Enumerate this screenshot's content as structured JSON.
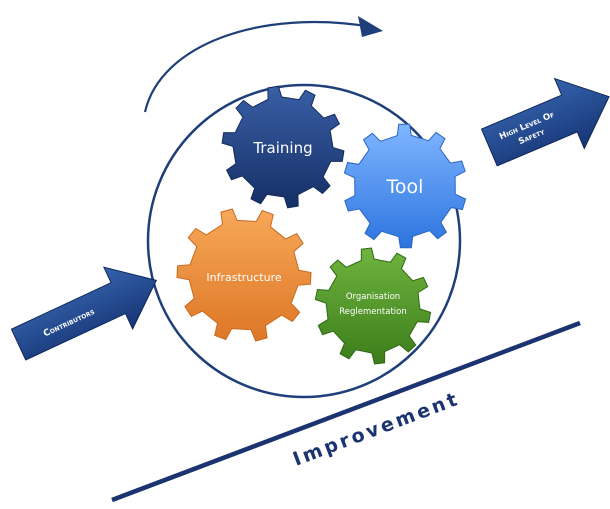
{
  "gears": {
    "training": {
      "label": "Training",
      "color": "#1f3f7a"
    },
    "tool": {
      "label": "Tool",
      "color": "#3d83e6"
    },
    "infrastructure": {
      "label": "Infrastructure",
      "color": "#ea8a33"
    },
    "organisation": {
      "line1": "Organisation",
      "line2": "Reglementation",
      "color": "#4a8f25"
    }
  },
  "arrows": {
    "contributors": {
      "label": "Contributors",
      "color": "#1f3f7a"
    },
    "safety": {
      "line1": "High Level Of",
      "line2": "Safety",
      "color": "#1f3f7a"
    }
  },
  "improvement": {
    "label": "Improvement",
    "color": "#1b3370"
  },
  "circle_color": "#1f3f7a"
}
